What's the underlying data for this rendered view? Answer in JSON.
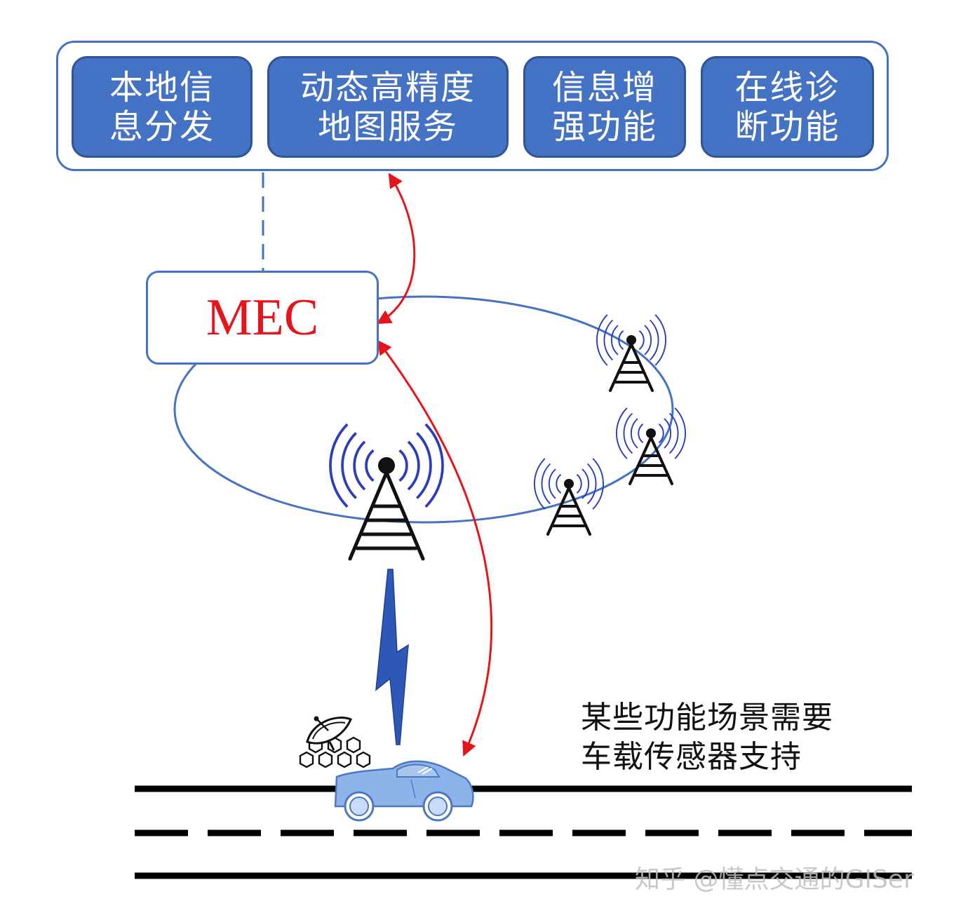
{
  "services": [
    {
      "line1": "本地信",
      "line2": "息分发"
    },
    {
      "line1": "动态高精度",
      "line2": "地图服务"
    },
    {
      "line1": "信息增",
      "line2": "强功能"
    },
    {
      "line1": "在线诊",
      "line2": "断功能"
    }
  ],
  "mec": {
    "label": "MEC"
  },
  "note": {
    "line1": "某些功能场景需要",
    "line2": "车载传感器支持"
  },
  "watermark": "知乎 @懂点交通的GISer",
  "icons": [
    "cell-tower-icon",
    "lightning-icon",
    "satellite-dish-icon",
    "car-icon",
    "road-icon"
  ],
  "colors": {
    "box_fill": "#4472c4",
    "box_border": "#2f5597",
    "outline_blue": "#4472c4",
    "arrow_red": "#e8141b",
    "mec_text": "#e8141b",
    "car_fill": "#8db4ea",
    "wave_blue": "#2a3dbf"
  }
}
